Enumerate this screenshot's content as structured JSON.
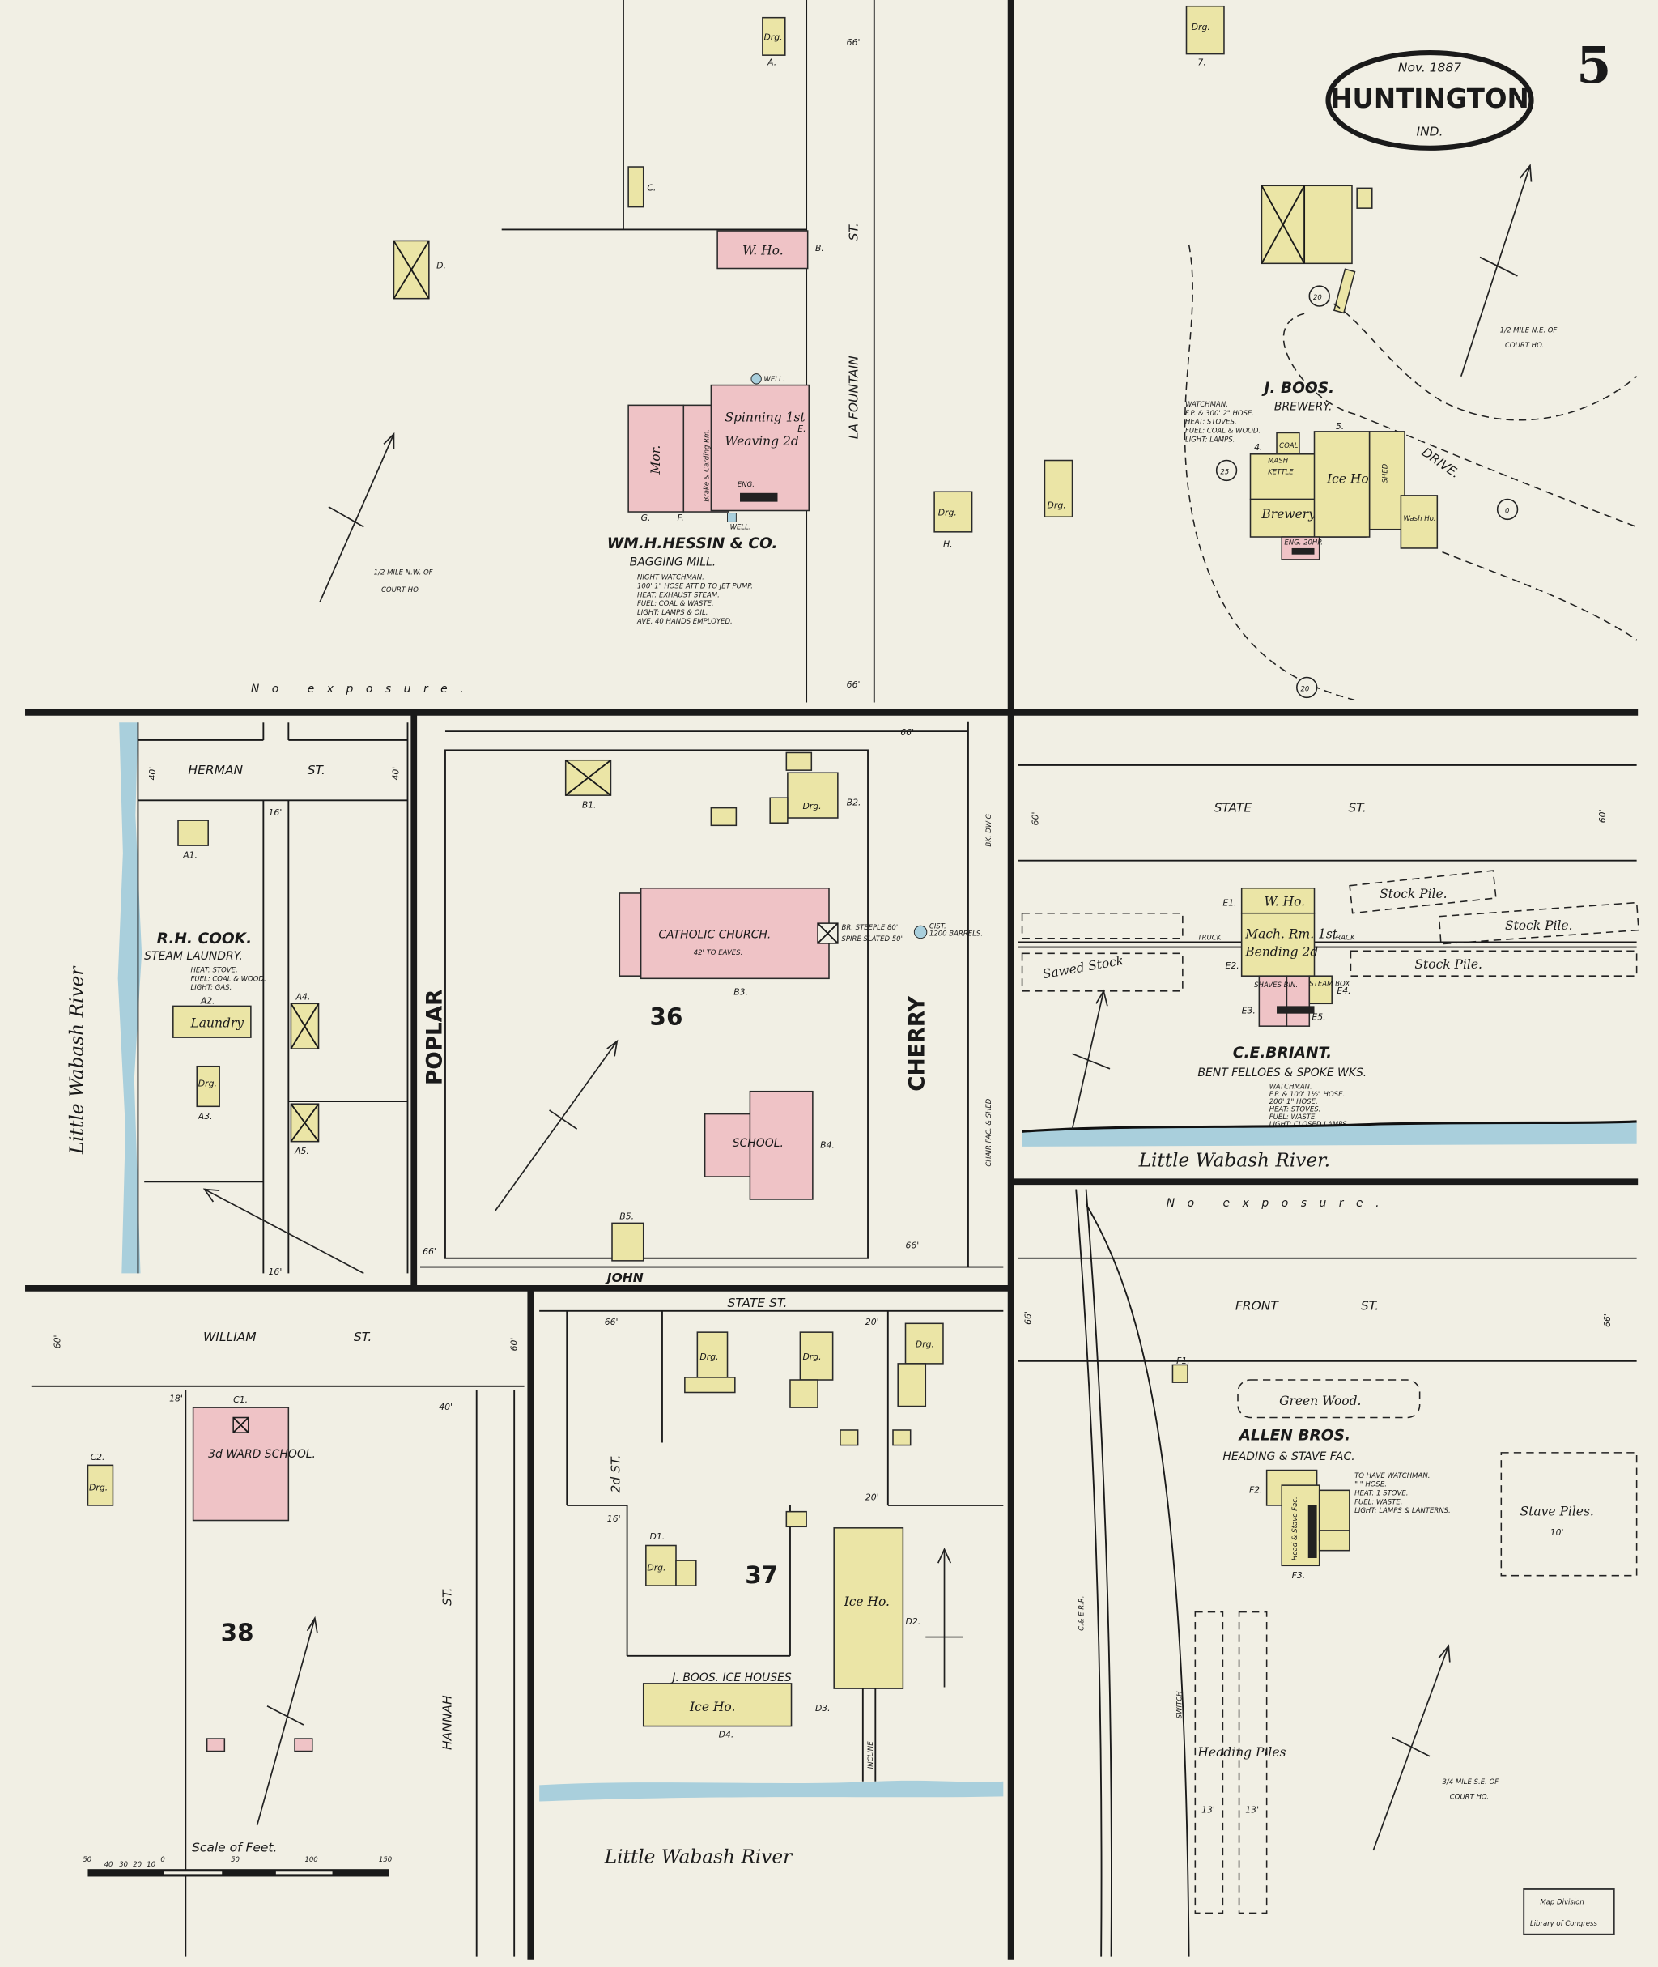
{
  "header": {
    "date": "Nov. 1887",
    "city": "HUNTINGTON",
    "state": "IND.",
    "sheet_number": "5"
  },
  "colors": {
    "paper": "#f1efe4",
    "brick": "#efc3c6",
    "frame": "#ebe5a6",
    "water": "#a9cfdc"
  },
  "streets": {
    "la_fountain": "LA FOUNTAIN",
    "st": "ST.",
    "herman": "HERMAN",
    "state": "STATE",
    "poplar": "POPLAR",
    "cherry": "CHERRY",
    "john": "JOHN",
    "william": "WILLIAM",
    "hannah": "HANNAH",
    "second": "2d ST.",
    "front": "FRONT",
    "drive": "DRIVE.",
    "state_st_small": "STATE ST.",
    "railroad": "C.& E.R.R.",
    "switch": "SWITCH"
  },
  "dimensions": {
    "d66": "66'",
    "d40": "40'",
    "d60": "60'",
    "d16": "16'",
    "d20": "20'",
    "d18": "18'",
    "d13": "13'",
    "d10": "10'"
  },
  "blocks": {
    "b36": "36",
    "b37": "37",
    "b38": "38"
  },
  "rivers": {
    "little_wabash": "Little Wabash River",
    "little_wabash_dot": "Little Wabash River."
  },
  "exposure": "No exposure.",
  "hessin": {
    "name": "WM.H.HESSIN & CO.",
    "type": "BAGGING MILL.",
    "notes": [
      "NIGHT WATCHMAN.",
      "100' 1\" HOSE ATT'D TO JET PUMP.",
      "HEAT: EXHAUST STEAM.",
      "FUEL: COAL & WASTE.",
      "LIGHT: LAMPS & OIL.",
      "AVE. 40 HANDS EMPLOYED."
    ],
    "rooms": {
      "mor": "Mor.",
      "brake": "Brake & Carding Rm.",
      "spinning": "Spinning 1st",
      "weaving": "Weaving 2d",
      "eng": "ENG.",
      "well": "WELL.",
      "who": "W. Ho."
    }
  },
  "distance_nw": [
    "1/2 MILE N.W. OF",
    "COURT HO."
  ],
  "distance_ne": [
    "1/2 MILE N.E. OF",
    "COURT HO."
  ],
  "distance_se": [
    "3/4 MILE S.E. OF",
    "COURT HO."
  ],
  "brewery": {
    "name": "J. BOOS.",
    "type": "BREWERY.",
    "notes": [
      "WATCHMAN.",
      "F.P. & 300' 2\" HOSE.",
      "HEAT: STOVES.",
      "FUEL: COAL & WOOD.",
      "LIGHT: LAMPS."
    ],
    "rooms": {
      "coal": "COAL",
      "brewery": "Brewery.",
      "ice": "Ice Ho.",
      "shed": "SHED",
      "wash": "Wash Ho.",
      "mash": "MASH",
      "kettle": "KETTLE",
      "eng": "ENG. 20HP."
    },
    "circles": [
      "20",
      "25",
      "0",
      "20"
    ]
  },
  "laundry": {
    "name": "R.H. COOK.",
    "type": "STEAM LAUNDRY.",
    "notes": [
      "HEAT: STOVE.",
      "FUEL: COAL & WOOD.",
      "LIGHT: GAS."
    ],
    "room": "Laundry"
  },
  "church": {
    "name": "CATHOLIC CHURCH.",
    "note": "42' TO EAVES.",
    "steeple": [
      "BR. STEEPLE 80'",
      "SPIRE SLATED 50'"
    ],
    "cistern": [
      "CIST.",
      "1200 BARRELS."
    ],
    "school": "SCHOOL.",
    "bk_dwg": "BK. DW'G",
    "chair_fac": "CHAIR FAC. & SHED"
  },
  "briant": {
    "name": "C.E.BRIANT.",
    "type": "BENT FELLOES & SPOKE WKS.",
    "notes": [
      "WATCHMAN.",
      "F.P. & 100' 1½\" HOSE.",
      "200' 1\" HOSE.",
      "HEAT: STOVES.",
      "FUEL: WASTE.",
      "LIGHT: CLOSED LAMPS."
    ],
    "rooms": {
      "who": "W. Ho.",
      "mach": "Mach. Rm. 1st",
      "bending": "Bending 2d",
      "steam_box": "STEAM BOX",
      "shaves": "SHAVES BIN."
    },
    "stock_pile": "Stock Pile.",
    "sawed_stock": "Sawed Stock",
    "truck": "TRUCK",
    "track": "TRACK"
  },
  "ward_school": "3d WARD SCHOOL.",
  "ice_houses": {
    "name": "J. BOOS. ICE HOUSES",
    "ice_ho": "Ice Ho.",
    "incline": "INCLINE"
  },
  "allen": {
    "name": "ALLEN BROS.",
    "type": "HEADING & STAVE FAC.",
    "notes": [
      "TO HAVE WATCHMAN.",
      "\"   \"   HOSE.",
      "HEAT: 1 STOVE.",
      "FUEL: WASTE.",
      "LIGHT: LAMPS & LANTERNS."
    ],
    "room": "Head & Stave Fac.",
    "green_wood": "Green Wood.",
    "stave_piles": "Stave Piles.",
    "heading_piles": "Heading Piles"
  },
  "building_labels": {
    "drg": "Drg.",
    "A": "A.",
    "B": "B.",
    "C": "C.",
    "D": "D.",
    "E": "E.",
    "F": "F.",
    "G": "G.",
    "H": "H.",
    "A1": "A1.",
    "A2": "A2.",
    "A3": "A3.",
    "A4": "A4.",
    "A5": "A5.",
    "B1": "B1.",
    "B2": "B2.",
    "B3": "B3.",
    "B4": "B4.",
    "B5": "B5.",
    "C1": "C1.",
    "C2": "C2.",
    "D1": "D1.",
    "D2": "D2.",
    "D3": "D3.",
    "D4": "D4.",
    "E1": "E1.",
    "E2": "E2.",
    "E3": "E3.",
    "E4": "E4.",
    "E5": "E5.",
    "F1": "F1.",
    "F2": "F2.",
    "F3": "F3.",
    "n7": "7.",
    "n4": "4.",
    "n5": "5."
  },
  "scale": {
    "title": "Scale of Feet.",
    "ticks": [
      "50",
      "40",
      "30",
      "20",
      "10",
      "0",
      "50",
      "100",
      "150"
    ]
  },
  "stamp": [
    "Map Division",
    "Library of Congress"
  ]
}
